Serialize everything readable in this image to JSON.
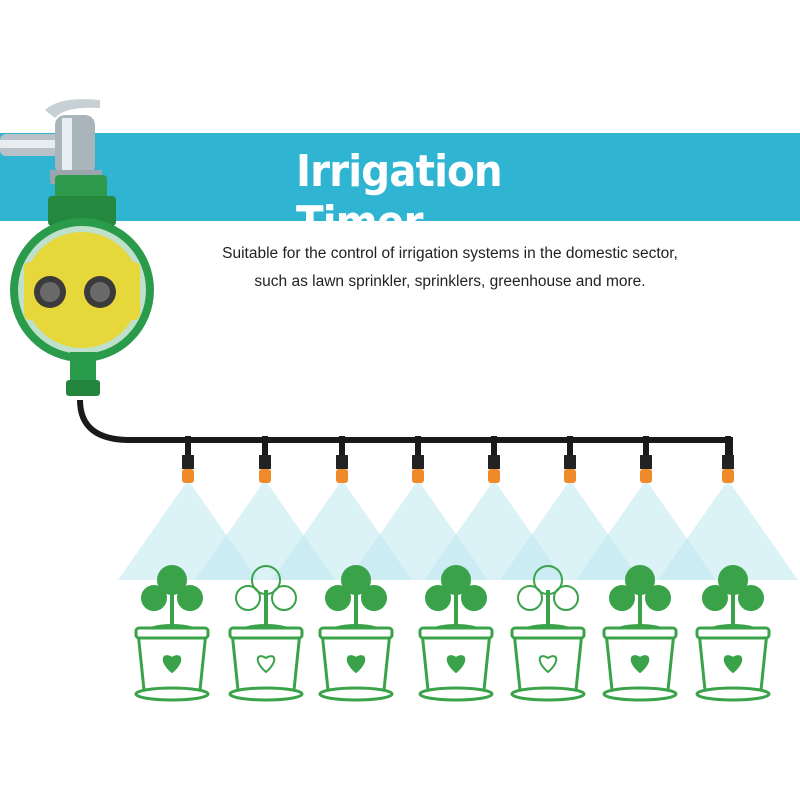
{
  "header": {
    "title": "Irrigation Timer"
  },
  "description": {
    "line1": "Suitable for the control of irrigation systems in the domestic sector,",
    "line2": "such as lawn sprinkler, sprinklers, greenhouse and more."
  },
  "colors": {
    "banner": "#2fb4d2",
    "timer_body": "#1f8f46",
    "timer_face": "#e8d93a",
    "nozzle": "#f08a2a",
    "plant": "#3aa34a",
    "spray": "#bde8ee"
  },
  "sprinkler_count": 8,
  "plant_count": 7
}
